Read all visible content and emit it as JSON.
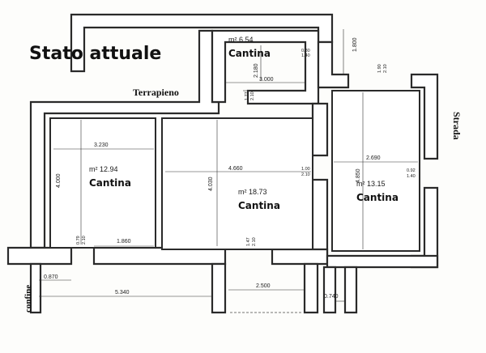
{
  "title": "Stato attuale",
  "labels": {
    "terrapieno": "Terrapieno",
    "strada": "Strada",
    "confine": "confine"
  },
  "rooms": [
    {
      "name": "Cantina",
      "area": "m² 6.54"
    },
    {
      "name": "Cantina",
      "area": "m² 12.94"
    },
    {
      "name": "Cantina",
      "area": "m² 18.73"
    },
    {
      "name": "Cantina",
      "area": "m² 13.15"
    }
  ],
  "dimensions": {
    "d1800": "1.800",
    "d2180": "2.180",
    "d3000": "3.000",
    "d3230": "3.230",
    "d4000": "4.000",
    "d1860": "1.860",
    "d4660": "4.660",
    "d4030": "4.030",
    "d2690": "2.690",
    "d4850": "4.850",
    "d0870": "0.870",
    "d5340": "5.340",
    "d2500": "2.500",
    "d0740": "0.740"
  },
  "openings": {
    "o1": [
      "0.80",
      "1.40"
    ],
    "o2": [
      "1.77",
      "2.10"
    ],
    "o3": [
      "1.90",
      "2.10"
    ],
    "o4": [
      "1.00",
      "2.10"
    ],
    "o5": [
      "0.92",
      "1.40"
    ],
    "o6": [
      "0.79",
      "2.10"
    ],
    "o7": [
      "1.47",
      "2.10"
    ]
  }
}
